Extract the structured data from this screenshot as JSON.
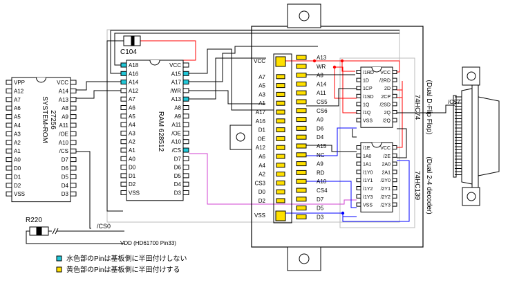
{
  "colors": {
    "black": "#000000",
    "red": "#ff0000",
    "blue": "#0000ff",
    "magenta": "#d040d0",
    "cyan_pad": "#22c8d8",
    "yellow_pad": "#ffe000",
    "board_gray": "#bbbbbb"
  },
  "chips": {
    "rom": {
      "title": "SYSTEM-ROM",
      "part": "27256",
      "left": [
        "VPP",
        "A12",
        "A7",
        "A6",
        "A5",
        "A4",
        "A3",
        "A2",
        "A1",
        "A0",
        "D0",
        "D1",
        "D2",
        "VSS"
      ],
      "right": [
        "VCC",
        "A14",
        "A13",
        "A8",
        "A9",
        "A11",
        "/OE",
        "A10",
        "/CS",
        "D7",
        "D6",
        "D5",
        "D4",
        "D3"
      ]
    },
    "ram": {
      "title": "RAM 628512",
      "left": [
        "A18",
        "A16",
        "A14",
        "A12",
        "A7",
        "A6",
        "A5",
        "A4",
        "A3",
        "A2",
        "A1",
        "A0",
        "D0",
        "D1",
        "D2",
        "VSS"
      ],
      "right": [
        "VCC",
        "A15",
        "A17",
        "/WR",
        "A13",
        "A8",
        "A9",
        "A11",
        "/OE",
        "A10",
        "/CS",
        "D7",
        "D6",
        "D5",
        "D4",
        "D3"
      ]
    },
    "ff": {
      "title": "74HC74",
      "subtitle": "(Dual D-Flip Flop)",
      "left": [
        "/1RD",
        "1D",
        "1CP",
        "/1SD",
        "1Q",
        "/1Q",
        "VSS"
      ],
      "right": [
        "VCC",
        "/2RD",
        "2D",
        "2CP",
        "/2SD",
        "2Q",
        "/2Q"
      ]
    },
    "dec": {
      "title": "74HC139",
      "subtitle": "(Dual 2-4 decoder)",
      "left": [
        "/1E",
        "1A0",
        "1A1",
        "/1Y0",
        "/1Y1",
        "/1Y2",
        "/1Y3",
        "VSS"
      ],
      "right": [
        "VCC",
        "/2E",
        "2A0",
        "2A1",
        "/2Y0",
        "/2Y1",
        "/2Y2",
        "/2Y3"
      ]
    }
  },
  "connector": {
    "left": [
      "VCC",
      "A7",
      "A5",
      "A3",
      "A1",
      "A17",
      "A16",
      "D1",
      "OE",
      "A12",
      "A6",
      "A4",
      "A2",
      "CS3",
      "D0",
      "D2",
      "VSS"
    ],
    "right": [
      "A13",
      "WR",
      "A8",
      "A14",
      "A11",
      "CS5",
      "CS6",
      "A0",
      "D6",
      "D4",
      "A15",
      "NC",
      "A9",
      "RD",
      "A10",
      "CS4",
      "D7",
      "D5",
      "D3"
    ]
  },
  "parts": {
    "cap": "C104",
    "res": "R220"
  },
  "signals": {
    "cs7": "/CS7",
    "cs0": "/CS0",
    "vdd": "VDD (HD61700 Pin33)"
  },
  "legend": [
    "水色部のPinは基板側に半田付けしない",
    "黄色部のPinは基板側に半田付けする"
  ]
}
